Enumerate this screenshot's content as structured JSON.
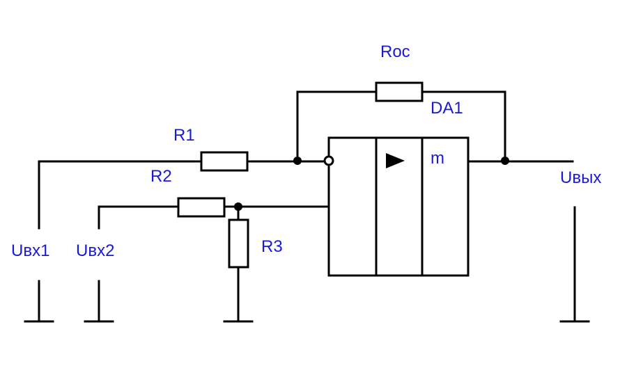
{
  "colors": {
    "wire": "#000000",
    "label": "#1a1ad6",
    "background": "#ffffff"
  },
  "labels": {
    "roc": "Roc",
    "da1": "DA1",
    "r1": "R1",
    "r2": "R2",
    "r3": "R3",
    "m": "m",
    "uvx1": "Uвх1",
    "uvx2": "Uвх2",
    "uvyh": "Uвых"
  },
  "amplifier_symbol": "triangle-amplifier-icon"
}
